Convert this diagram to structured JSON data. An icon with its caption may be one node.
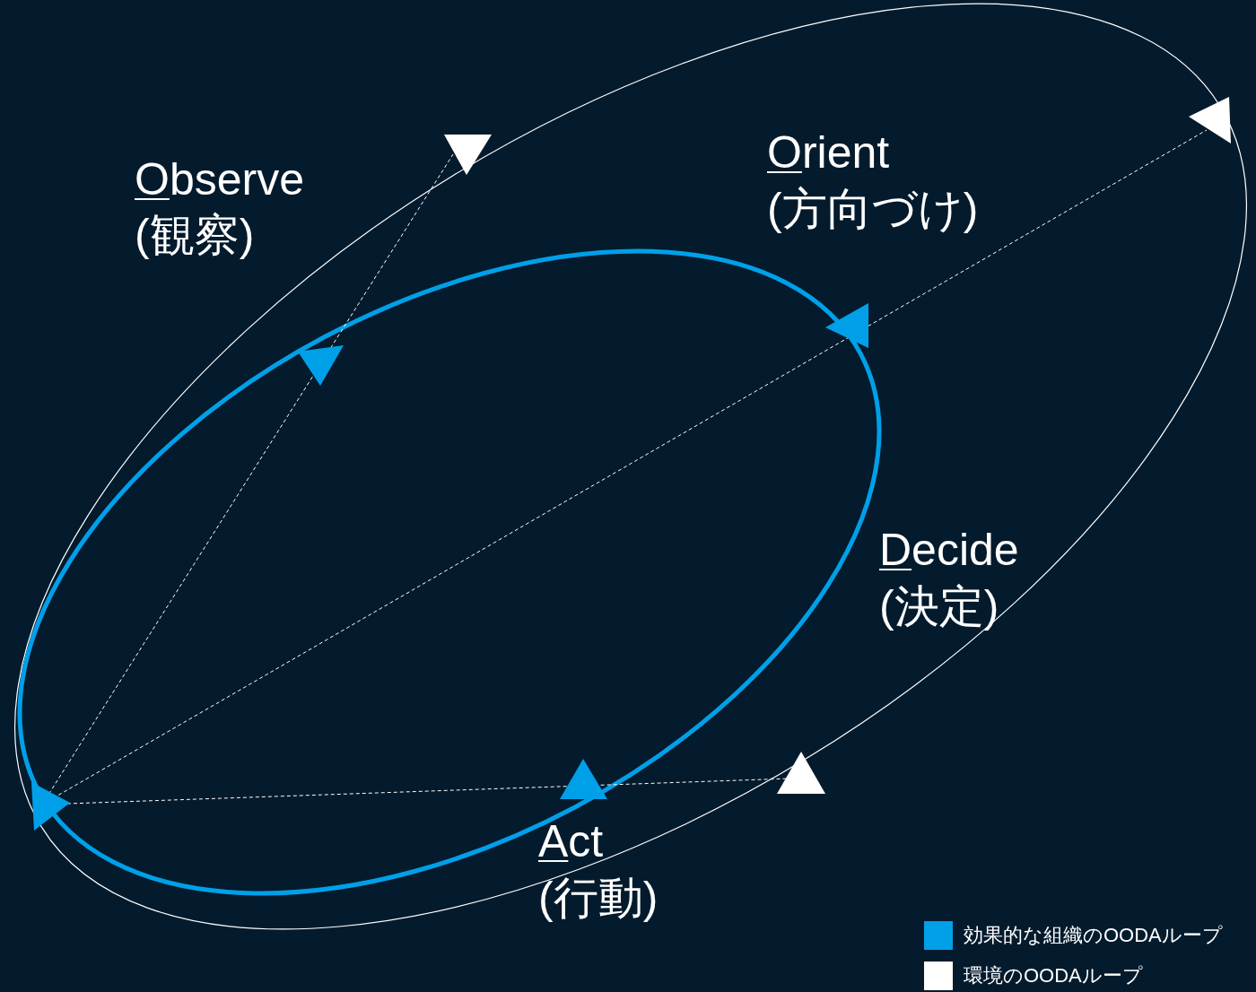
{
  "diagram": {
    "labels": [
      "Observe",
      "(観察)",
      "Orient",
      "(方向づけ)",
      "Decide",
      "(決定)",
      "Act",
      "(行動)"
    ],
    "legend": [
      {
        "text": "効果的な組織のOODAループ",
        "color": "#00a0e9"
      },
      {
        "text": "環境のOODAループ",
        "color": "#ffffff"
      }
    ]
  }
}
